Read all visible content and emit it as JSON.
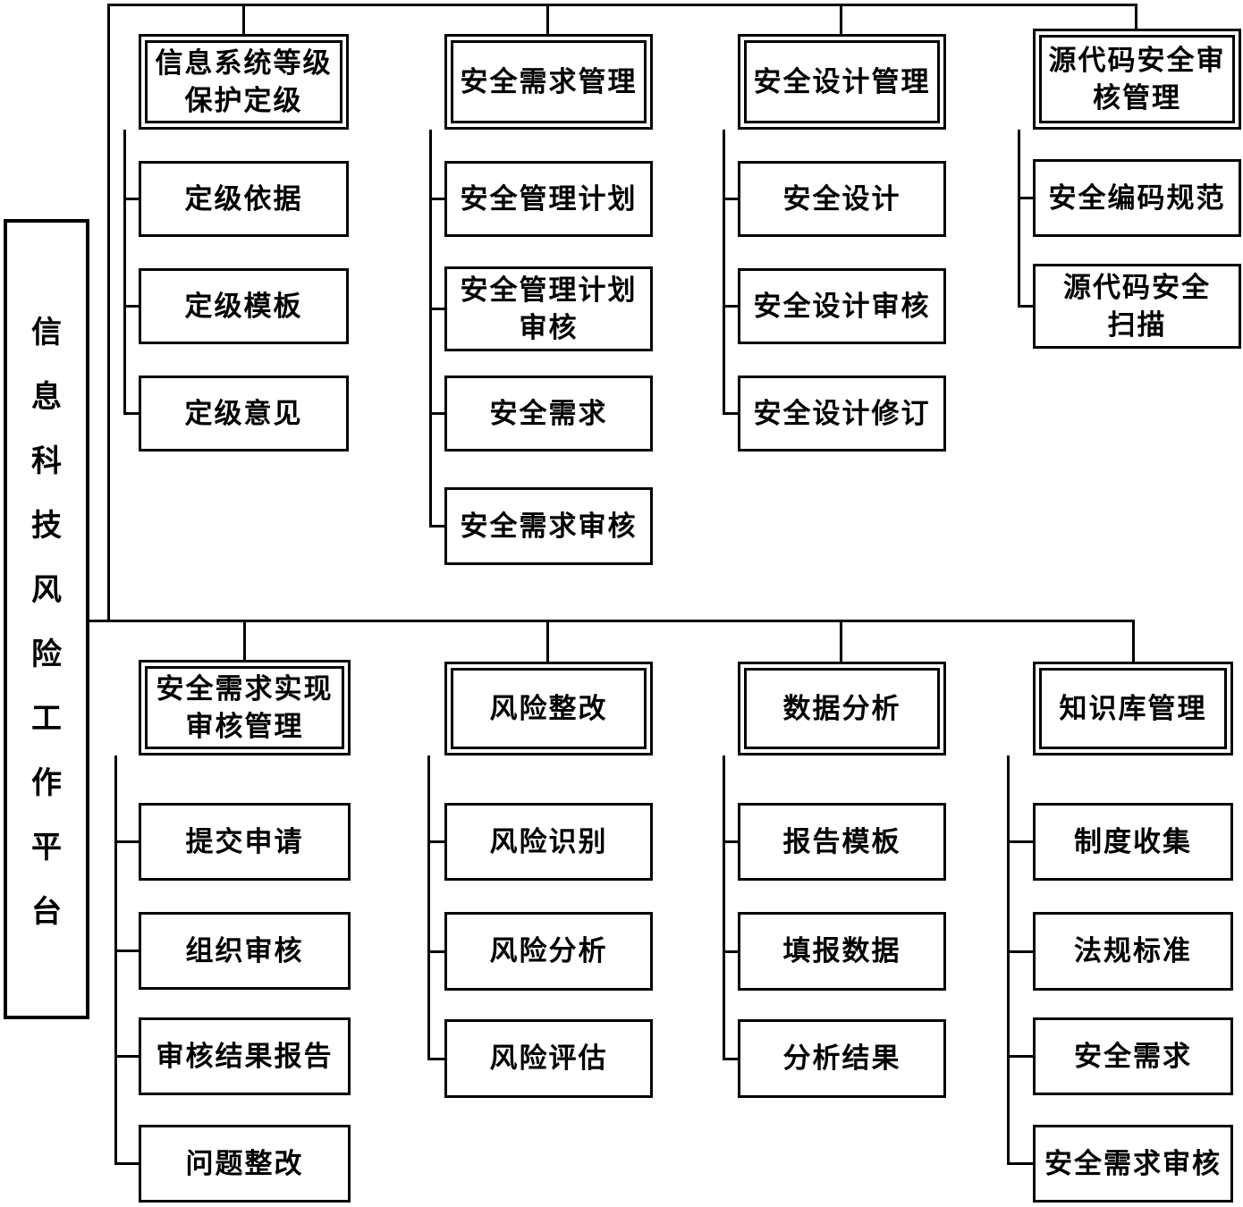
{
  "diagram": {
    "root": {
      "label": "信息科技风险工作平台"
    },
    "modules": [
      {
        "title": "信息系统等级\n保护定级",
        "children": [
          "定级依据",
          "定级模板",
          "定级意见"
        ]
      },
      {
        "title": "安全需求管理",
        "children": [
          "安全管理计划",
          "安全管理计划\n审核",
          "安全需求",
          "安全需求审核"
        ]
      },
      {
        "title": "安全设计管理",
        "children": [
          "安全设计",
          "安全设计审核",
          "安全设计修订"
        ]
      },
      {
        "title": "源代码安全审\n核管理",
        "children": [
          "安全编码规范",
          "源代码安全\n扫描"
        ]
      },
      {
        "title": "安全需求实现\n审核管理",
        "children": [
          "提交申请",
          "组织审核",
          "审核结果报告",
          "问题整改"
        ]
      },
      {
        "title": "风险整改",
        "children": [
          "风险识别",
          "风险分析",
          "风险评估"
        ]
      },
      {
        "title": "数据分析",
        "children": [
          "报告模板",
          "填报数据",
          "分析结果"
        ]
      },
      {
        "title": "知识库管理",
        "children": [
          "制度收集",
          "法规标准",
          "安全需求",
          "安全需求审核"
        ]
      }
    ]
  },
  "colors": {
    "line": "#000000",
    "box_border": "#000000",
    "box_fill": "#ffffff",
    "text": "#000000",
    "background": "#ffffff"
  }
}
